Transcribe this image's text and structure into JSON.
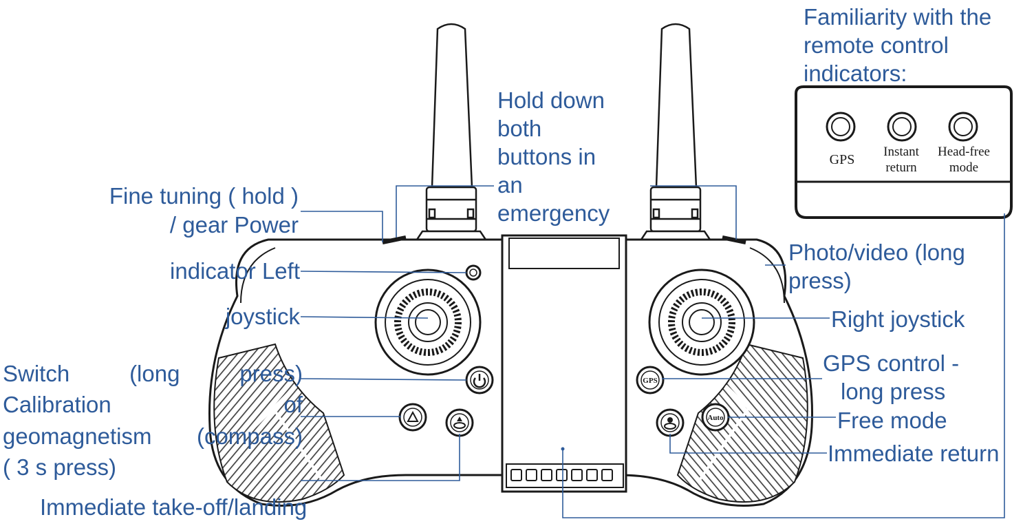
{
  "labels": {
    "emergency": [
      "Hold down",
      "both",
      "buttons in",
      "an",
      "emergency"
    ],
    "fine_tuning": "Fine tuning ( hold )",
    "gear_power": "/ gear Power",
    "indicator_left": "indicator Left",
    "joystick": "joystick",
    "switch_long": [
      " Switch",
      "(long",
      "press)"
    ],
    "calibration": [
      "Calibration",
      "of"
    ],
    "geomagnetism": [
      "geomagnetism",
      "(compass)"
    ],
    "three_s": "( 3 s press)",
    "takeoff": "Immediate take-off/landing",
    "familiarity": [
      "Familiarity with the",
      "remote control",
      "indicators:"
    ],
    "photo_video": [
      "Photo/video (long",
      "press)"
    ],
    "right_joystick": "Right joystick",
    "gps_control": [
      "GPS control -",
      "long press"
    ],
    "free_mode": "Free mode",
    "immediate_return": "Immediate return"
  },
  "indicator_panel": {
    "gps": "GPS",
    "instant_return": [
      "Instant",
      "return"
    ],
    "head_free": [
      "Head-free",
      "mode"
    ]
  },
  "buttons": {
    "gps_button": "GPS",
    "auto_button": "Auto"
  },
  "colors": {
    "label": "#2e5b9a",
    "line": "#2e5b9a",
    "drawing": "#1a1a1a"
  }
}
